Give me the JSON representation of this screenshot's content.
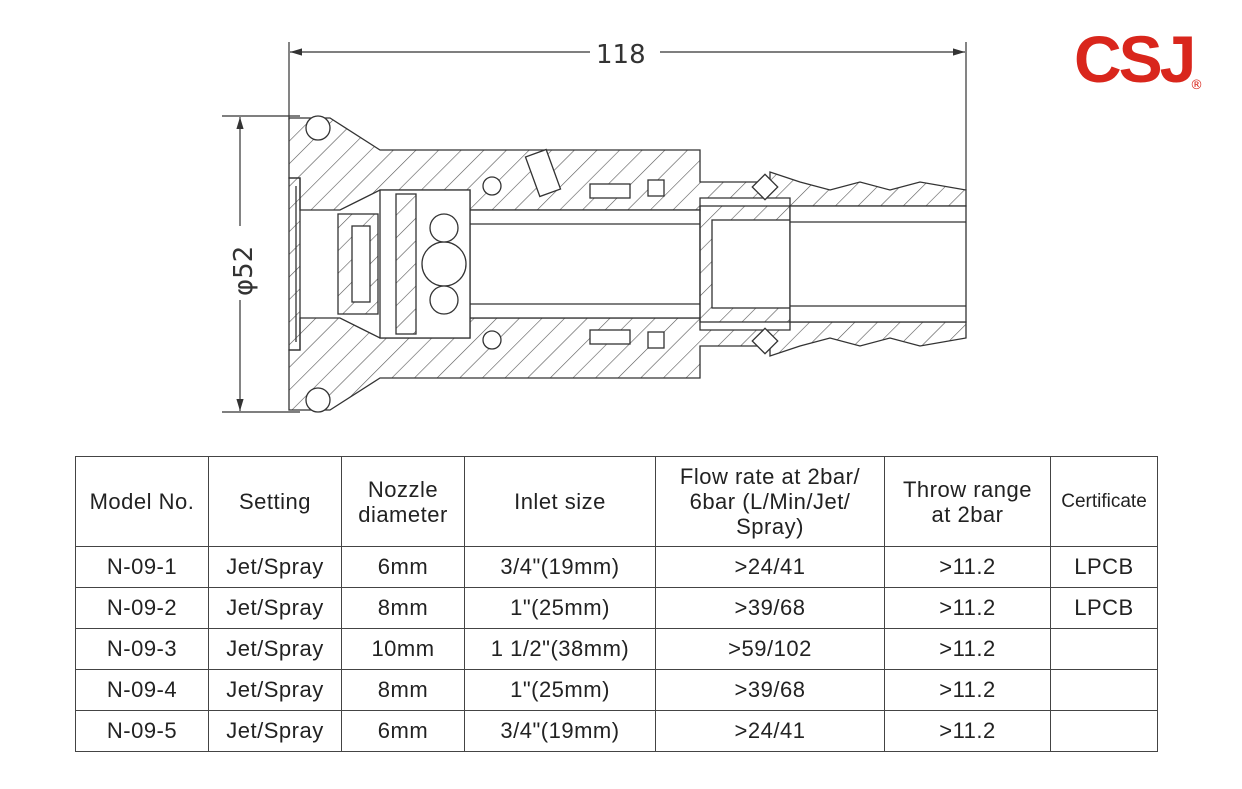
{
  "drawing": {
    "length_dim": "118",
    "diameter_dim": "φ52"
  },
  "logo": {
    "text": "CSJ",
    "registered_mark": "®",
    "color": "#d9261c"
  },
  "table": {
    "headers": [
      "Model No.",
      "Setting",
      "Nozzle\ndiameter",
      "Inlet size",
      "Flow rate at 2bar/\n6bar (L/Min/Jet/\nSpray)",
      "Throw range\nat 2bar",
      "Certificate"
    ],
    "rows": [
      [
        "N-09-1",
        "Jet/Spray",
        "6mm",
        "3/4\"(19mm)",
        ">24/41",
        ">11.2",
        "LPCB"
      ],
      [
        "N-09-2",
        "Jet/Spray",
        "8mm",
        "1\"(25mm)",
        ">39/68",
        ">11.2",
        "LPCB"
      ],
      [
        "N-09-3",
        "Jet/Spray",
        "10mm",
        "1 1/2\"(38mm)",
        ">59/102",
        ">11.2",
        ""
      ],
      [
        "N-09-4",
        "Jet/Spray",
        "8mm",
        "1\"(25mm)",
        ">39/68",
        ">11.2",
        ""
      ],
      [
        "N-09-5",
        "Jet/Spray",
        "6mm",
        "3/4\"(19mm)",
        ">24/41",
        ">11.2",
        ""
      ]
    ]
  }
}
